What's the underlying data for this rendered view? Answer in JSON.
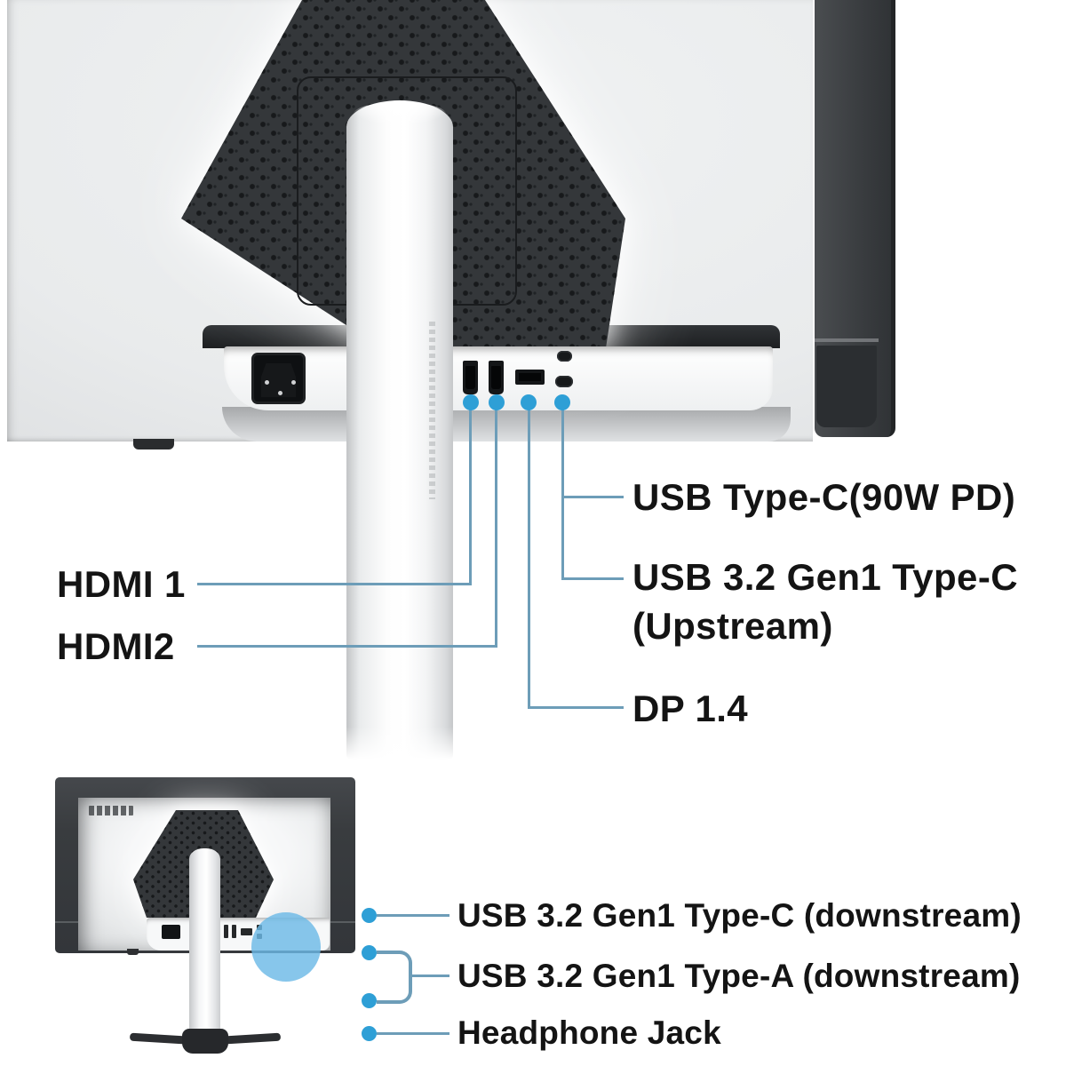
{
  "top_callouts": {
    "usb_c_pd": "USB Type-C(90W PD)",
    "hdmi1": "HDMI 1",
    "hdmi2": "HDMI2",
    "usb_c_upstream_l1": "USB 3.2 Gen1 Type-C",
    "usb_c_upstream_l2": "(Upstream)",
    "dp": "DP 1.4"
  },
  "bottom_callouts": {
    "usb_c_downstream": "USB 3.2 Gen1 Type-C (downstream)",
    "usb_a_downstream": "USB 3.2 Gen1 Type-A (downstream)",
    "headphone": "Headphone Jack"
  },
  "colors": {
    "callout_line": "#6d9db8",
    "callout_dot": "#2e9fd6",
    "label_text": "#141414",
    "vent_dark": "#34373a",
    "frame_dark": "#3b3e41",
    "body_light": "#e9ebec",
    "highlight_circle": "#6db9e6"
  }
}
